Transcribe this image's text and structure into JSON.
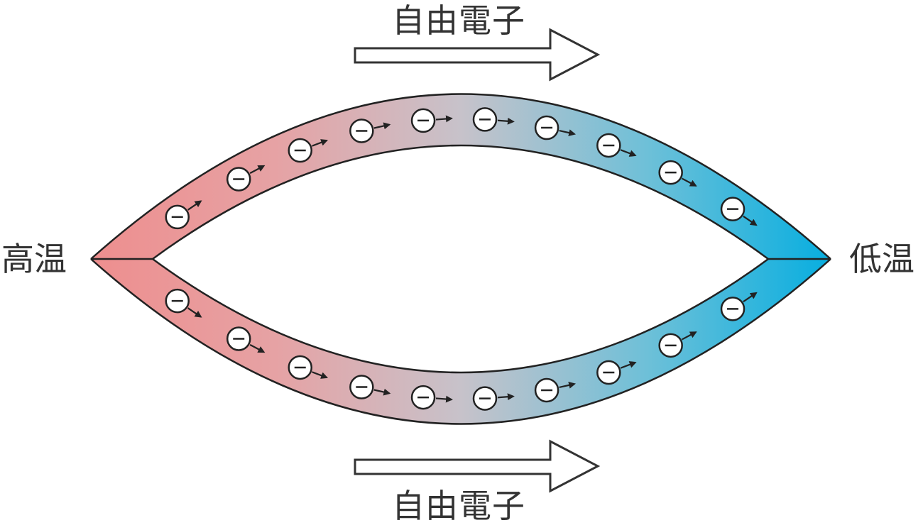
{
  "labels": {
    "top_flow": "自由電子",
    "bottom_flow": "自由電子",
    "left_end": "高温",
    "right_end": "低温"
  },
  "electron": {
    "symbol": "−",
    "count_upper": 10,
    "count_lower": 10
  },
  "colors": {
    "hot": "#ee8e8e",
    "mid": "#c7c2ca",
    "cold": "#06aee0",
    "outline": "#222222",
    "text": "#333333"
  }
}
